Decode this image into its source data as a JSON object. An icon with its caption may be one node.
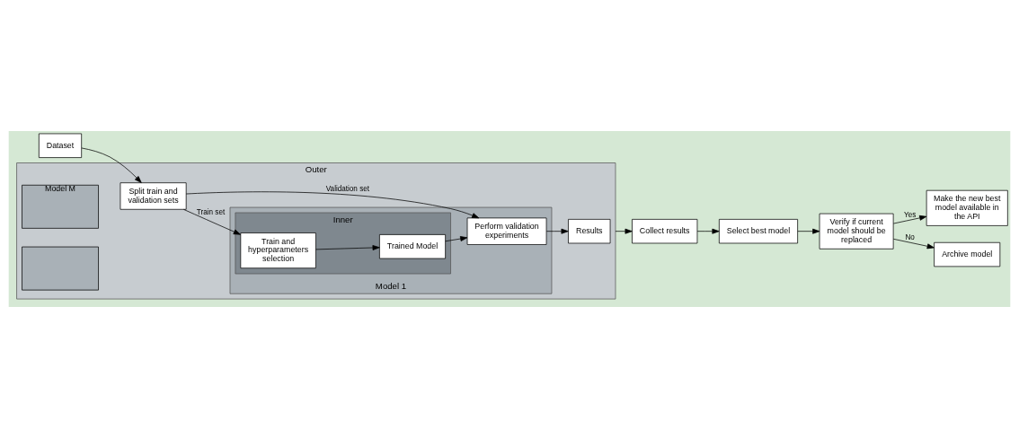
{
  "diagram": {
    "nodes": [
      {
        "text": [
          "Dataset"
        ]
      },
      {
        "text": [
          "Outer"
        ]
      },
      {
        "text": [
          "Model M"
        ],
        "in": 1
      },
      {
        "text": [],
        "shape": "box",
        "in": 1
      },
      {
        "text": [
          "Model 1"
        ],
        "in": 1
      },
      {
        "text": [
          "Inner"
        ],
        "in": 4
      },
      {
        "text": [
          "Split train and validation sets"
        ],
        "in": 1
      },
      {
        "text": [
          "Train and hyperparameters selection"
        ],
        "in": 5
      },
      {
        "text": [
          "Trained Model"
        ],
        "in": 5
      },
      {
        "text": [
          "Perform validation experiments"
        ],
        "in": 4
      },
      {
        "text": [
          "Results"
        ],
        "in": 1
      },
      {
        "text": [
          "Collect results"
        ]
      },
      {
        "text": [
          "Select best model"
        ]
      },
      {
        "text": [
          "Verify if current model should be replaced"
        ]
      },
      {
        "text": [
          "Make the new best model available in the API"
        ]
      },
      {
        "text": [
          "Archive model"
        ]
      }
    ],
    "edges": [
      {
        "from": 0,
        "to": 6,
        "arrow": "to"
      },
      {
        "from": 6,
        "to": 7,
        "arrow": "to",
        "label": "Train set"
      },
      {
        "from": 7,
        "to": 8,
        "arrow": "to"
      },
      {
        "from": 8,
        "to": 9,
        "arrow": "to"
      },
      {
        "from": 6,
        "to": 9,
        "arrow": "to",
        "label": "Validation set"
      },
      {
        "from": 9,
        "to": 10,
        "arrow": "to"
      },
      {
        "from": 1,
        "to": 11,
        "arrow": "to"
      },
      {
        "from": 11,
        "to": 12,
        "arrow": "to"
      },
      {
        "from": 12,
        "to": 13,
        "arrow": "to"
      },
      {
        "from": 13,
        "to": 14,
        "arrow": "to",
        "label": "Yes"
      },
      {
        "from": 13,
        "to": 15,
        "arrow": "to",
        "label": "No"
      }
    ]
  }
}
